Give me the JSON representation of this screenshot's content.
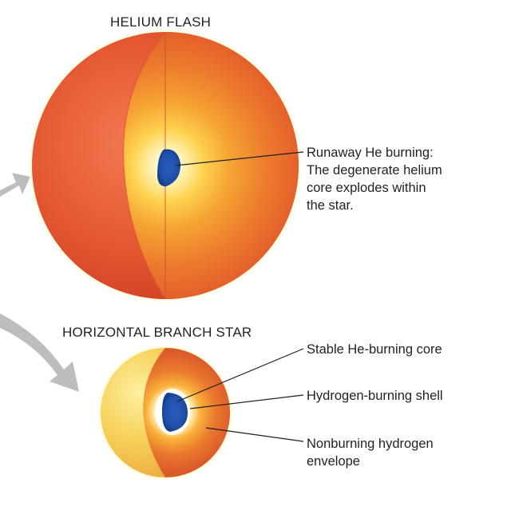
{
  "helium_flash": {
    "title": "HELIUM FLASH",
    "callout": {
      "lines": [
        "Runaway He burning:",
        "The degenerate helium",
        "core explodes within",
        "the star."
      ]
    }
  },
  "horizontal_branch": {
    "title": "HORIZONTAL BRANCH STAR",
    "callouts": {
      "core": {
        "lines": [
          "Stable He-burning core"
        ]
      },
      "shell": {
        "lines": [
          "Hydrogen-burning shell"
        ]
      },
      "envelope": {
        "lines": [
          "Nonburning hydrogen",
          "envelope"
        ]
      }
    }
  },
  "colors": {
    "core_blue": "#1f4fa8",
    "surface_red": "#e0502c",
    "interior_orange": "#f08a2c",
    "inner_yellow": "#fde37a",
    "glow": "#fff3a6",
    "arrow_gray": "#bdbdbd",
    "leader_line": "#231f20"
  }
}
